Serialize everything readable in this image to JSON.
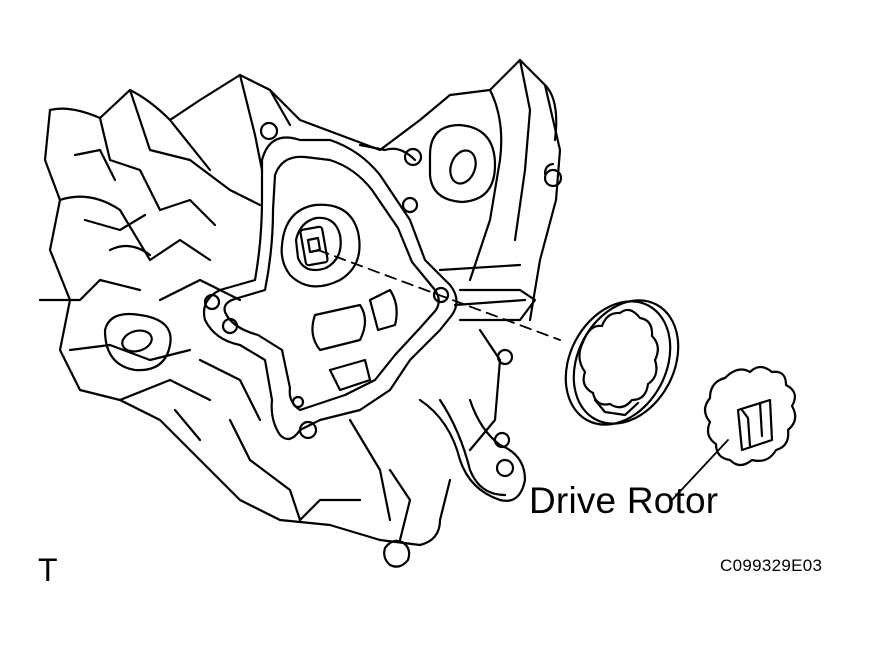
{
  "diagram": {
    "callout_label": "Drive Rotor",
    "corner_mark": "T",
    "figure_code": "C099329E03",
    "line_color": "#000000",
    "background_color": "#ffffff"
  }
}
